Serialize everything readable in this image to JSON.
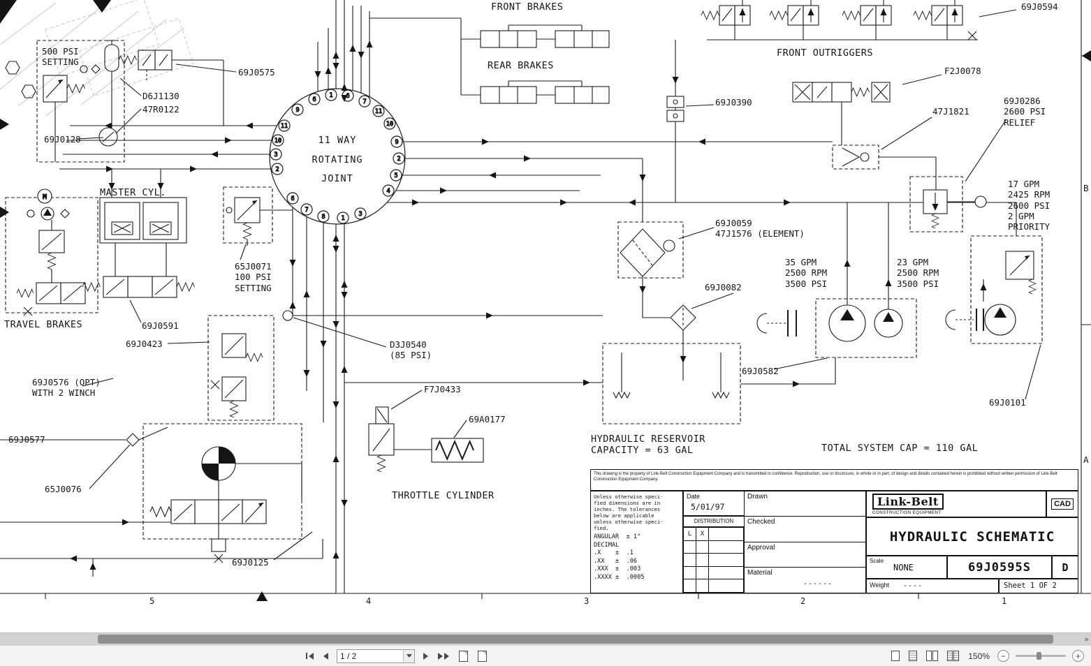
{
  "schematic": {
    "labels": {
      "front_brakes": "FRONT BRAKES",
      "rear_brakes": "REAR BRAKES",
      "front_outriggers": "FRONT OUTRIGGERS",
      "ref_69J0594": "69J0594",
      "ref_F2J0078": "F2J0078",
      "ref_69J0390": "69J0390",
      "ref_47J1821": "47J1821",
      "ref_69J0286": "69J0286\n2600 PSI\nRELIEF",
      "spec_17gpm": "17 GPM\n2425 RPM\n2600 PSI\n2 GPM\nPRIORITY",
      "setting_500psi": "500 PSI\nSETTING",
      "ref_69J0575": "69J0575",
      "ref_D6J1130": "D6J1130",
      "ref_47R0122": "47R0122",
      "ref_69J0128": "69J0128",
      "master_cyl": "MASTER CYL.",
      "joint": "11 WAY\nROTATING\nJOINT",
      "ref_65J0071": "65J0071\n100 PSI\nSETTING",
      "travel_brakes": "TRAVEL BRAKES",
      "ref_69J0591": "69J0591",
      "ref_69J0423": "69J0423",
      "ref_D3J0540": "D3J0540\n(85 PSI)",
      "ref_69J0576": "69J0576 (OPT)\nWITH 2 WINCH",
      "ref_69J0577": "69J0577",
      "ref_65J0076": "65J0076",
      "ref_F7J0433": "F7J0433",
      "ref_69A0177": "69A0177",
      "throttle_cylinder": "THROTTLE CYLINDER",
      "ref_69J0125": "69J0125",
      "ref_69J0059": "69J0059\n47J1576 (ELEMENT)",
      "spec_35gpm": "35 GPM\n2500 RPM\n3500 PSI",
      "spec_23gpm": "23 GPM\n2500 RPM\n3500 PSI",
      "ref_69J0082": "69J0082",
      "ref_69J0582": "69J0582",
      "ref_69J0101": "69J0101",
      "reservoir": "HYDRAULIC RESERVOIR\nCAPACITY = 63 GAL",
      "total_cap": "TOTAL SYSTEM CAP = 110 GAL",
      "motor_m": "M",
      "zone_b": "B",
      "zone_a": "A"
    },
    "joint_ports": [
      "9",
      "6",
      "1",
      "6",
      "7",
      "11",
      "10",
      "9",
      "2",
      "5",
      "4",
      "3",
      "1",
      "8",
      "7",
      "6",
      "11",
      "10",
      "3",
      "2"
    ],
    "ruler": [
      "5",
      "4",
      "3",
      "2",
      "1"
    ]
  },
  "titleblock": {
    "legal": "This drawing is the property of Link-Belt Construction Equipment Company and is transmitted in confidence. Reproduction, use or disclosure, in whole or in part, of design and details contained herein is prohibited without written permission of Link-Belt Construction Equipment Company.",
    "tolerances_intro": "Unless otherwise speci-\nfied dimensions are in\ninches. The tolerances\nbelow are applicable\nunless otherwise speci-\nfied.",
    "tol_angular": "ANGULAR  ± 1°",
    "tol_decimal": "DECIMAL",
    "tol_x": ".X    ±  .1",
    "tol_xx": ".XX   ±  .06",
    "tol_xxx": ".XXX  ±  .003",
    "tol_xxxx": ".XXXX ±  .0005",
    "date_label": "Date",
    "date_value": "5/01/97",
    "distribution_label": "DISTRIBUTION",
    "dist_l": "L",
    "dist_x": "X",
    "drawn_label": "Drawn",
    "checked_label": "Checked",
    "approval_label": "Approval",
    "material_label": "Material",
    "material_value": "------",
    "brand": "Link-Belt",
    "brand_sub": "CONSTRUCTION EQUIPMENT",
    "cad": "CAD",
    "title": "HYDRAULIC SCHEMATIC",
    "scale_label": "Scale",
    "scale_value": "NONE",
    "drawing_number": "69J0595S",
    "size": "D",
    "weight_label": "Weight",
    "weight_value": "----",
    "sheet": "Sheet 1 OF 2"
  },
  "statusbar": {
    "page_value": "1 / 2",
    "zoom_value": "150%",
    "zoom_out_glyph": "−",
    "zoom_in_glyph": "+",
    "scroll_more_glyph": "»"
  }
}
